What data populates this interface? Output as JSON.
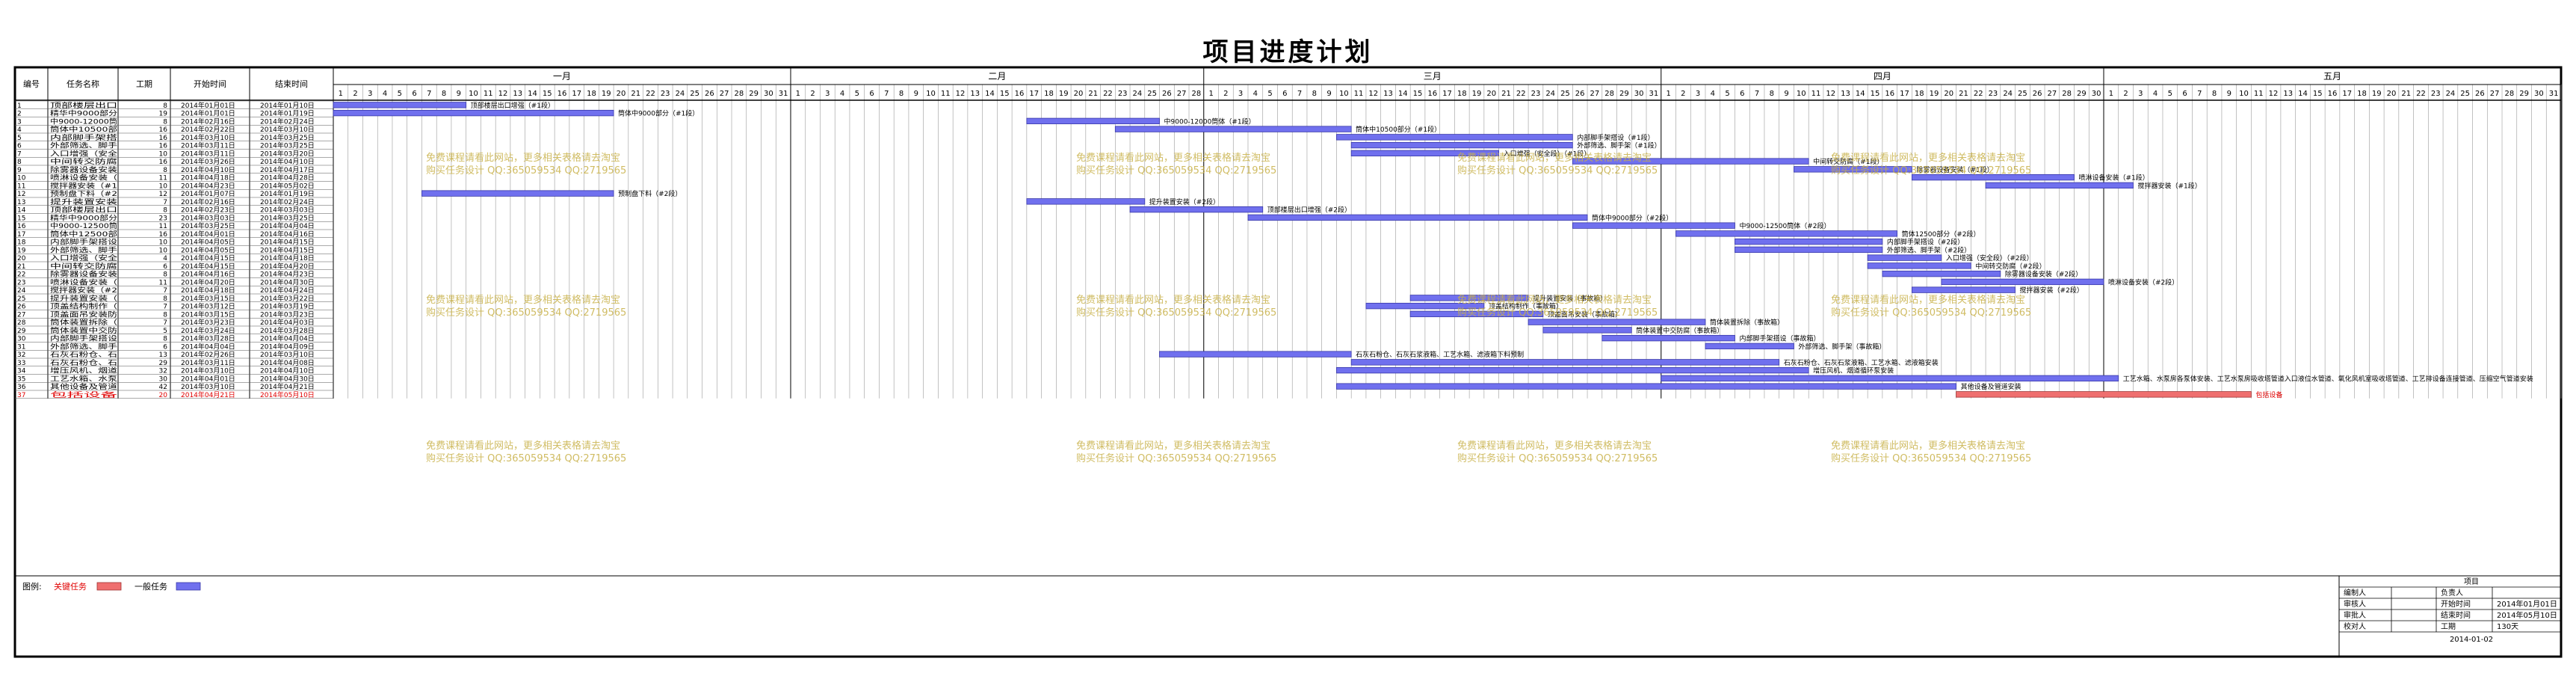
{
  "title": "项目进度计划",
  "headers": {
    "id": "编号",
    "name": "任务名称",
    "dur": "工期",
    "start": "开始时间",
    "end": "结束时间"
  },
  "months": [
    {
      "label": "一月",
      "days": 31
    },
    {
      "label": "二月",
      "days": 28
    },
    {
      "label": "三月",
      "days": 31
    },
    {
      "label": "四月",
      "days": 30
    },
    {
      "label": "五月",
      "days": 31
    }
  ],
  "legend": {
    "label": "图例:",
    "critical": "关键任务",
    "normal": "一般任务"
  },
  "colors": {
    "normal": "#7070ee",
    "critical": "#ef6f6f",
    "grid": "#9a9a9a",
    "watermark": "#c8b048"
  },
  "watermark": {
    "line1": "免费课程请看此网站，更多相关表格请去淘宝",
    "line2": "购买任务设计 QQ:365059534 QQ:2719565"
  },
  "info": {
    "project_label": "项目",
    "rows": [
      [
        "编制人",
        "",
        "负责人",
        ""
      ],
      [
        "审核人",
        "",
        "开始时间",
        "2014年01月01日"
      ],
      [
        "审批人",
        "",
        "结束时间",
        "2014年05月10日"
      ],
      [
        "校对人",
        "",
        "工期",
        "130天"
      ]
    ],
    "date": "2014-01-02"
  },
  "chart_data": {
    "type": "gantt",
    "x_unit": "day of 2014",
    "tasks": [
      {
        "id": "1",
        "name": "顶部楼层出口",
        "dur": "8",
        "start": "2014年01月01日",
        "end": "2014年01月10日",
        "s": 1,
        "e": 9,
        "label": "顶部楼层出口增强（#1段）",
        "type": "normal"
      },
      {
        "id": "2",
        "name": "精华中9000部分",
        "dur": "19",
        "start": "2014年01月01日",
        "end": "2014年01月19日",
        "s": 1,
        "e": 19,
        "label": "筒体中9000部分（#1段）",
        "type": "normal"
      },
      {
        "id": "3",
        "name": "中9000-12000筒",
        "dur": "8",
        "start": "2014年02月16日",
        "end": "2014年02月24日",
        "s": 48,
        "e": 56,
        "label": "中9000-12000筒体（#1段）",
        "type": "normal"
      },
      {
        "id": "4",
        "name": "筒体中10500部",
        "dur": "16",
        "start": "2014年02月22日",
        "end": "2014年03月10日",
        "s": 54,
        "e": 69,
        "label": "筒体中10500部分（#1段）",
        "type": "normal"
      },
      {
        "id": "5",
        "name": "内部脚手架搭",
        "dur": "16",
        "start": "2014年03月10日",
        "end": "2014年03月25日",
        "s": 69,
        "e": 84,
        "label": "内部脚手架搭设（#1段）",
        "type": "normal"
      },
      {
        "id": "6",
        "name": "外部筛选、脚手",
        "dur": "16",
        "start": "2014年03月11日",
        "end": "2014年03月25日",
        "s": 70,
        "e": 84,
        "label": "外部筛选、脚手架（#1段）",
        "type": "normal"
      },
      {
        "id": "7",
        "name": "入口增强（安全",
        "dur": "10",
        "start": "2014年03月11日",
        "end": "2014年03月20日",
        "s": 70,
        "e": 79,
        "label": "入口增强（安全段）（#1段）",
        "type": "normal"
      },
      {
        "id": "8",
        "name": "中间转交防腐",
        "dur": "16",
        "start": "2014年03月26日",
        "end": "2014年04月10日",
        "s": 85,
        "e": 100,
        "label": "中间转交防腐（#1段）",
        "type": "normal"
      },
      {
        "id": "9",
        "name": "除雾器设备安装",
        "dur": "8",
        "start": "2014年04月10日",
        "end": "2014年04月17日",
        "s": 100,
        "e": 107,
        "label": "除雾器设备安装（#1段）",
        "type": "normal"
      },
      {
        "id": "10",
        "name": "喷淋设备安装（",
        "dur": "11",
        "start": "2014年04月18日",
        "end": "2014年04月28日",
        "s": 108,
        "e": 118,
        "label": "喷淋设备安装（#1段）",
        "type": "normal"
      },
      {
        "id": "11",
        "name": "搅拌器安装（#1",
        "dur": "10",
        "start": "2014年04月23日",
        "end": "2014年05月02日",
        "s": 113,
        "e": 122,
        "label": "搅拌器安装（#1段）",
        "type": "normal"
      },
      {
        "id": "12",
        "name": "预制盘下料（#2",
        "dur": "12",
        "start": "2014年01月07日",
        "end": "2014年01月19日",
        "s": 7,
        "e": 19,
        "label": "预制盘下料（#2段）",
        "type": "normal"
      },
      {
        "id": "13",
        "name": "提升装置安装",
        "dur": "7",
        "start": "2014年02月16日",
        "end": "2014年02月24日",
        "s": 48,
        "e": 55,
        "label": "提升装置安装（#2段）",
        "type": "normal"
      },
      {
        "id": "14",
        "name": "顶部楼层出口",
        "dur": "8",
        "start": "2014年02月23日",
        "end": "2014年03月03日",
        "s": 55,
        "e": 63,
        "label": "顶部楼层出口增强（#2段）",
        "type": "normal"
      },
      {
        "id": "15",
        "name": "精华中9000部分",
        "dur": "23",
        "start": "2014年03月03日",
        "end": "2014年03月25日",
        "s": 63,
        "e": 85,
        "label": "筒体中9000部分（#2段）",
        "type": "normal"
      },
      {
        "id": "16",
        "name": "中9000-12500筒",
        "dur": "11",
        "start": "2014年03月25日",
        "end": "2014年04月04日",
        "s": 85,
        "e": 95,
        "label": "中9000-12500筒体（#2段）",
        "type": "normal"
      },
      {
        "id": "17",
        "name": "筒体中12500部",
        "dur": "16",
        "start": "2014年04月01日",
        "end": "2014年04月16日",
        "s": 92,
        "e": 106,
        "label": "筒体12500部分（#2段）",
        "type": "normal"
      },
      {
        "id": "18",
        "name": "内部脚手架搭设",
        "dur": "10",
        "start": "2014年04月05日",
        "end": "2014年04月15日",
        "s": 96,
        "e": 105,
        "label": "内部脚手架搭设（#2段）",
        "type": "normal"
      },
      {
        "id": "19",
        "name": "外部筛选、脚手",
        "dur": "10",
        "start": "2014年04月05日",
        "end": "2014年04月15日",
        "s": 96,
        "e": 105,
        "label": "外部筛选、脚手架（#2段）",
        "type": "normal"
      },
      {
        "id": "20",
        "name": "入口增强（安全",
        "dur": "4",
        "start": "2014年04月15日",
        "end": "2014年04月18日",
        "s": 105,
        "e": 109,
        "label": "入口增强（安全段）（#2段）",
        "type": "normal"
      },
      {
        "id": "21",
        "name": "中间转交防腐",
        "dur": "6",
        "start": "2014年04月15日",
        "end": "2014年04月20日",
        "s": 105,
        "e": 111,
        "label": "中间转交防腐（#2段）",
        "type": "normal"
      },
      {
        "id": "22",
        "name": "除雾器设备安装",
        "dur": "8",
        "start": "2014年04月16日",
        "end": "2014年04月23日",
        "s": 106,
        "e": 113,
        "label": "除雾器设备安装（#2段）",
        "type": "normal"
      },
      {
        "id": "23",
        "name": "喷淋设备安装（",
        "dur": "11",
        "start": "2014年04月20日",
        "end": "2014年04月30日",
        "s": 110,
        "e": 120,
        "label": "喷淋设备安装（#2段）",
        "type": "normal"
      },
      {
        "id": "24",
        "name": "搅拌器安装（#2",
        "dur": "7",
        "start": "2014年04月18日",
        "end": "2014年04月24日",
        "s": 108,
        "e": 114,
        "label": "搅拌器安装（#2段）",
        "type": "normal"
      },
      {
        "id": "25",
        "name": "提升装置安装（",
        "dur": "8",
        "start": "2014年03月15日",
        "end": "2014年03月22日",
        "s": 74,
        "e": 81,
        "label": "提升装置安装（事故箱）",
        "type": "normal"
      },
      {
        "id": "26",
        "name": "顶盖结构制作（",
        "dur": "7",
        "start": "2014年03月12日",
        "end": "2014年03月19日",
        "s": 71,
        "e": 78,
        "label": "顶盖结构制作（事故箱）",
        "type": "normal"
      },
      {
        "id": "27",
        "name": "顶盖面吊安装防",
        "dur": "8",
        "start": "2014年03月15日",
        "end": "2014年03月23日",
        "s": 74,
        "e": 82,
        "label": "顶盖面吊安装（事故箱）",
        "type": "normal"
      },
      {
        "id": "28",
        "name": "筒体装置拆除（",
        "dur": "7",
        "start": "2014年03月23日",
        "end": "2014年04月03日",
        "s": 82,
        "e": 93,
        "label": "筒体装置拆除（事故箱）",
        "type": "normal"
      },
      {
        "id": "29",
        "name": "筒体装置中交防",
        "dur": "5",
        "start": "2014年03月24日",
        "end": "2014年03月28日",
        "s": 83,
        "e": 88,
        "label": "筒体装置中交防腐（事故箱）",
        "type": "normal"
      },
      {
        "id": "30",
        "name": "内部脚手架搭设",
        "dur": "8",
        "start": "2014年03月28日",
        "end": "2014年04月04日",
        "s": 87,
        "e": 95,
        "label": "内部脚手架搭设（事故箱）",
        "type": "normal"
      },
      {
        "id": "31",
        "name": "外部筛选、脚手",
        "dur": "6",
        "start": "2014年04月04日",
        "end": "2014年04月09日",
        "s": 94,
        "e": 99,
        "label": "外部筛选、脚手架（事故箱）",
        "type": "normal"
      },
      {
        "id": "32",
        "name": "石灰石粉仓、石",
        "dur": "13",
        "start": "2014年02月26日",
        "end": "2014年03月10日",
        "s": 57,
        "e": 69,
        "label": "石灰石粉仓、石灰石浆液箱、工艺水箱、滤液箱下料预制",
        "type": "normal"
      },
      {
        "id": "33",
        "name": "石灰石粉仓、石",
        "dur": "29",
        "start": "2014年03月11日",
        "end": "2014年04月08日",
        "s": 70,
        "e": 98,
        "label": "石灰石粉仓、石灰石浆液箱、工艺水箱、滤液箱安装",
        "type": "normal"
      },
      {
        "id": "34",
        "name": "增压风机、烟道",
        "dur": "32",
        "start": "2014年03月10日",
        "end": "2014年04月10日",
        "s": 69,
        "e": 100,
        "label": "增压风机、烟道循环泵安装",
        "type": "normal"
      },
      {
        "id": "35",
        "name": "工艺水箱、水泵",
        "dur": "30",
        "start": "2014年04月01日",
        "end": "2014年04月30日",
        "s": 91,
        "e": 121,
        "label": "工艺水箱、水泵房各泵体安装、工艺水泵房吸收塔管道入口液位水管道、氧化风机室吸收塔管道、工艺排设备连接管道、压缩空气管道安装",
        "type": "normal"
      },
      {
        "id": "36",
        "name": "其他设备及管道",
        "dur": "42",
        "start": "2014年03月10日",
        "end": "2014年04月21日",
        "s": 69,
        "e": 110,
        "label": "其他设备及管道安装",
        "type": "normal"
      },
      {
        "id": "37",
        "name": "包括设备",
        "dur": "20",
        "start": "2014年04月21日",
        "end": "2014年05月10日",
        "s": 111,
        "e": 130,
        "label": "包括设备",
        "type": "critical"
      }
    ]
  }
}
